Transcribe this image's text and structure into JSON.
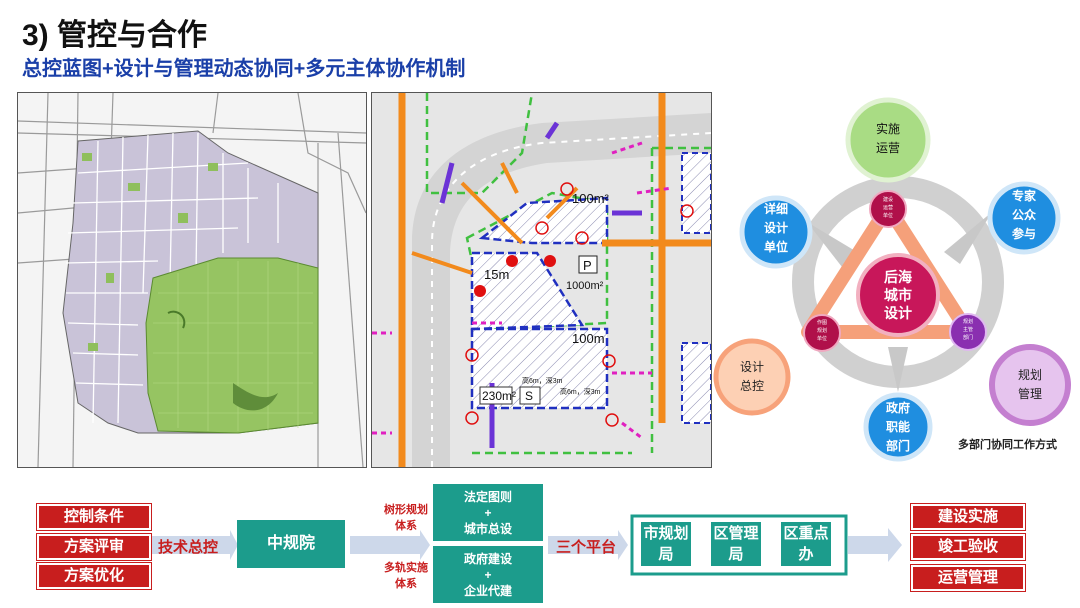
{
  "header": {
    "title": "3) 管控与合作",
    "subtitle": "总控蓝图+设计与管理动态协同+多元主体协作机制"
  },
  "detail_map": {
    "labels": {
      "a100_top": "100m²",
      "a15": "15m",
      "parking": "P",
      "a1000": "1000m²",
      "a100_mid": "100m",
      "a230": "230m²",
      "s": "S",
      "h1": "高6m，深3m",
      "h2": "高6m，深3m"
    }
  },
  "collab_diagram": {
    "center": "后海城市设计",
    "nodes": {
      "top": "实施运营",
      "left_upper": "详细设计单位",
      "right_upper": "专家公众参与",
      "left_lower": "设计总控",
      "right_lower": "规划管理",
      "bottom": "政府职能部门"
    },
    "inner": {
      "top": "建设运营单位",
      "left": "作图规划单位",
      "right": "规划主管部门"
    },
    "caption": "多部门协同工作方式"
  },
  "flow": {
    "left_items": [
      "控制条件",
      "方案评审",
      "方案优化"
    ],
    "tech_control": "技术总控",
    "institute": "中规院",
    "tree_system": "树形规划体系",
    "multi_track": "多轨实施体系",
    "box_top_l1": "法定图则",
    "box_top_l2": "+",
    "box_top_l3": "城市总设",
    "box_bot_l1": "政府建设",
    "box_bot_l2": "+",
    "box_bot_l3": "企业代建",
    "three_platform": "三个平台",
    "platforms": [
      "市规划局",
      "区管理局",
      "区重点办"
    ],
    "right_items": [
      "建设实施",
      "竣工验收",
      "运营管理"
    ]
  },
  "colors": {
    "title_blue": "#1a3fa8",
    "red": "#c81e1e",
    "teal": "#1c9c8c",
    "orange": "#f29a5a",
    "magenta": "#b0104a",
    "blue_circle": "#1f8ee0",
    "green_circle": "#a9dc84",
    "purple_circle": "#c47fd0"
  }
}
